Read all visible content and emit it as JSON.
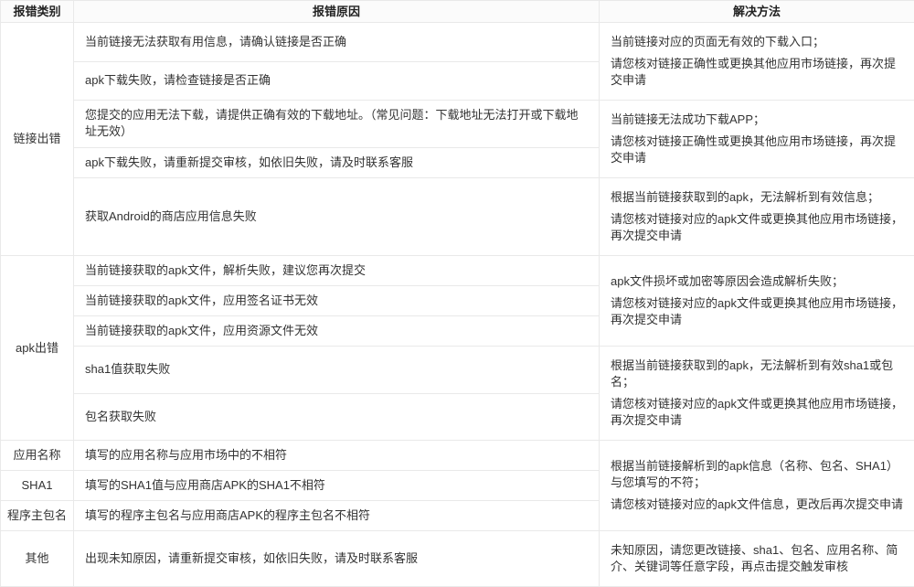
{
  "table": {
    "headers": [
      "报错类别",
      "报错原因",
      "解决方法"
    ],
    "rows": [
      {
        "category": {
          "text": "链接出错",
          "span": 5
        },
        "reason": "当前链接无法获取有用信息，请确认链接是否正确",
        "solution": {
          "span": 2,
          "lines": [
            "当前链接对应的页面无有效的下载入口；",
            "请您核对链接正确性或更换其他应用市场链接，再次提交申请"
          ]
        }
      },
      {
        "reason": "apk下载失败，请检查链接是否正确"
      },
      {
        "reason": "您提交的应用无法下载，请提供正确有效的下载地址。（常见问题：下载地址无法打开或下载地址无效）",
        "solution": {
          "span": 2,
          "lines": [
            "当前链接无法成功下载APP；",
            "请您核对链接正确性或更换其他应用市场链接，再次提交申请"
          ]
        }
      },
      {
        "reason": "apk下载失败，请重新提交审核，如依旧失败，请及时联系客服"
      },
      {
        "reason": "获取Android的商店应用信息失败",
        "solution": {
          "span": 1,
          "lines": [
            "根据当前链接获取到的apk，无法解析到有效信息；",
            "请您核对链接对应的apk文件或更换其他应用市场链接，再次提交申请"
          ]
        }
      },
      {
        "category": {
          "text": "apk出错",
          "span": 5
        },
        "reason": "当前链接获取的apk文件，解析失败，建议您再次提交",
        "solution": {
          "span": 3,
          "lines": [
            "apk文件损坏或加密等原因会造成解析失败；",
            "请您核对链接对应的apk文件或更换其他应用市场链接，再次提交申请"
          ]
        }
      },
      {
        "reason": "当前链接获取的apk文件，应用签名证书无效"
      },
      {
        "reason": "当前链接获取的apk文件，应用资源文件无效"
      },
      {
        "reason": "sha1值获取失败",
        "solution": {
          "span": 2,
          "lines": [
            "根据当前链接获取到的apk，无法解析到有效sha1或包名；",
            "请您核对链接对应的apk文件或更换其他应用市场链接，再次提交申请"
          ]
        }
      },
      {
        "reason": "包名获取失败"
      },
      {
        "category": {
          "text": "应用名称",
          "span": 1
        },
        "reason": "填写的应用名称与应用市场中的不相符",
        "solution": {
          "span": 3,
          "lines": [
            "根据当前链接解析到的apk信息（名称、包名、SHA1）与您填写的不符；",
            "请您核对链接对应的apk文件信息，更改后再次提交申请"
          ]
        }
      },
      {
        "category": {
          "text": "SHA1",
          "span": 1
        },
        "reason": "填写的SHA1值与应用商店APK的SHA1不相符"
      },
      {
        "category": {
          "text": "程序主包名",
          "span": 1
        },
        "reason": "填写的程序主包名与应用商店APK的程序主包名不相符"
      },
      {
        "category": {
          "text": "其他",
          "span": 1
        },
        "reason": "出现未知原因，请重新提交审核，如依旧失败，请及时联系客服",
        "solution": {
          "span": 1,
          "lines": [
            "未知原因，请您更改链接、sha1、包名、应用名称、简介、关键词等任意字段，再点击提交触发审核"
          ]
        }
      }
    ]
  }
}
